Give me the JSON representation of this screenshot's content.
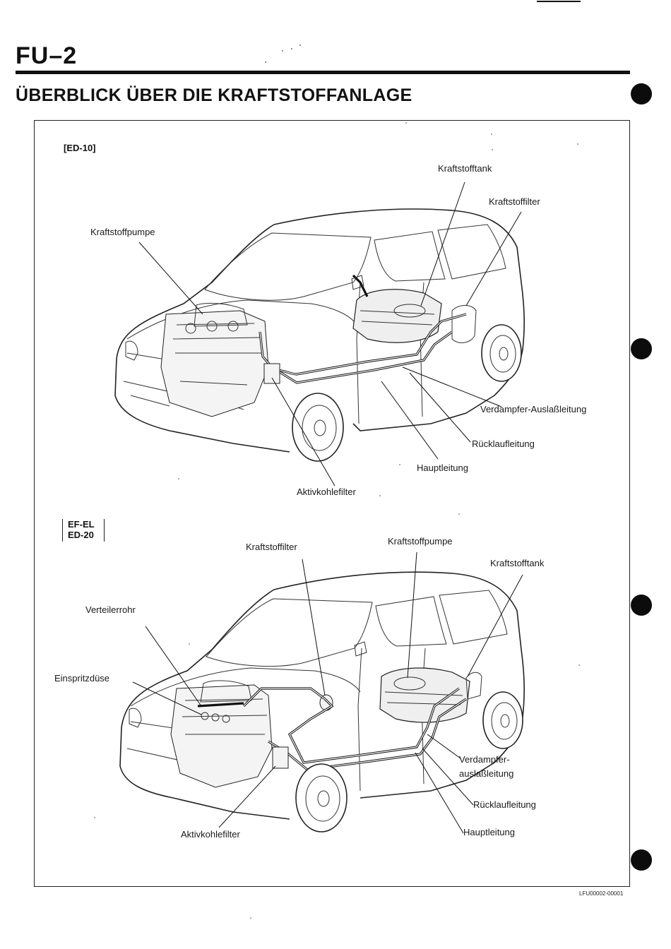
{
  "header": {
    "page_number": "FU–2",
    "title": "ÜBERBLICK ÜBER DIE KRAFTSTOFFANLAGE"
  },
  "diagram_top": {
    "variant": "[ED-10]",
    "labels": {
      "tank": "Kraftstofftank",
      "filter": "Kraftstoffilter",
      "pump": "Kraftstoffpumpe",
      "vent": "Verdampfer-Auslaßleitung",
      "return": "Rücklaufleitung",
      "main": "Hauptleitung",
      "canister": "Aktivkohlefilter"
    }
  },
  "diagram_bottom": {
    "variant_lines": [
      "EF-EL",
      "ED-20"
    ],
    "labels": {
      "filter": "Kraftstoffilter",
      "pump": "Kraftstoffpumpe",
      "tank": "Kraftstofftank",
      "rail": "Verteilerrohr",
      "injector": "Einspritzdüse",
      "vent_line1": "Verdampfer-",
      "vent_line2": "auslaßleitung",
      "return": "Rücklaufleitung",
      "main": "Hauptleitung",
      "canister": "Aktivkohlefilter"
    }
  },
  "footer": {
    "code": "LFU00002-00001"
  }
}
